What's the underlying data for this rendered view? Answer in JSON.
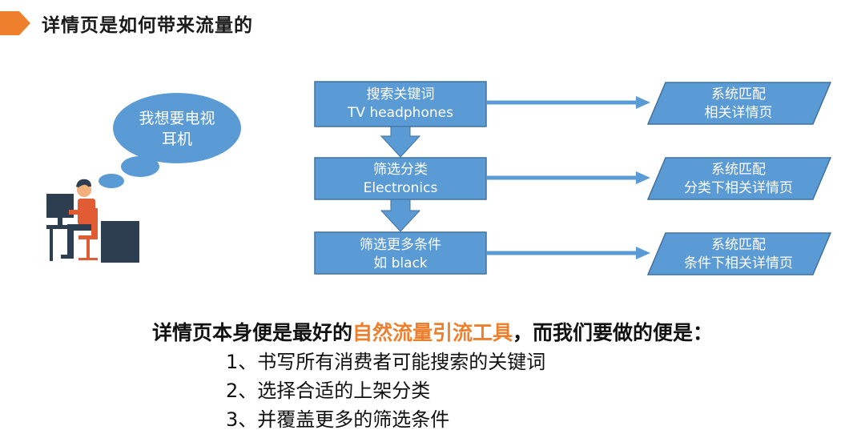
{
  "header": {
    "title": "详情页是如何带来流量的"
  },
  "person": {
    "thought": [
      "我想要电视",
      "耳机"
    ]
  },
  "steps": [
    {
      "lines": [
        "搜索关键词",
        "TV headphones"
      ],
      "result": [
        "系统匹配",
        "相关详情页"
      ]
    },
    {
      "lines": [
        "筛选分类",
        "Electronics"
      ],
      "result": [
        "系统匹配",
        "分类下相关详情页"
      ]
    },
    {
      "lines": [
        "筛选更多条件",
        "如 black"
      ],
      "result": [
        "系统匹配",
        "条件下相关详情页"
      ]
    }
  ],
  "summary": {
    "prefix": "详情页本身便是最好的",
    "highlight": "自然流量引流工具",
    "suffix": "，而我们要做的便是：",
    "items": [
      "1、书写所有消费者可能搜索的关键词",
      "2、选择合适的上架分类",
      "3、并覆盖更多的筛选条件"
    ]
  },
  "colors": {
    "accent": "#ee7f2c",
    "box": "#5b9bd5",
    "box_border": "#41719c",
    "bubble": "#5b9bd5"
  }
}
